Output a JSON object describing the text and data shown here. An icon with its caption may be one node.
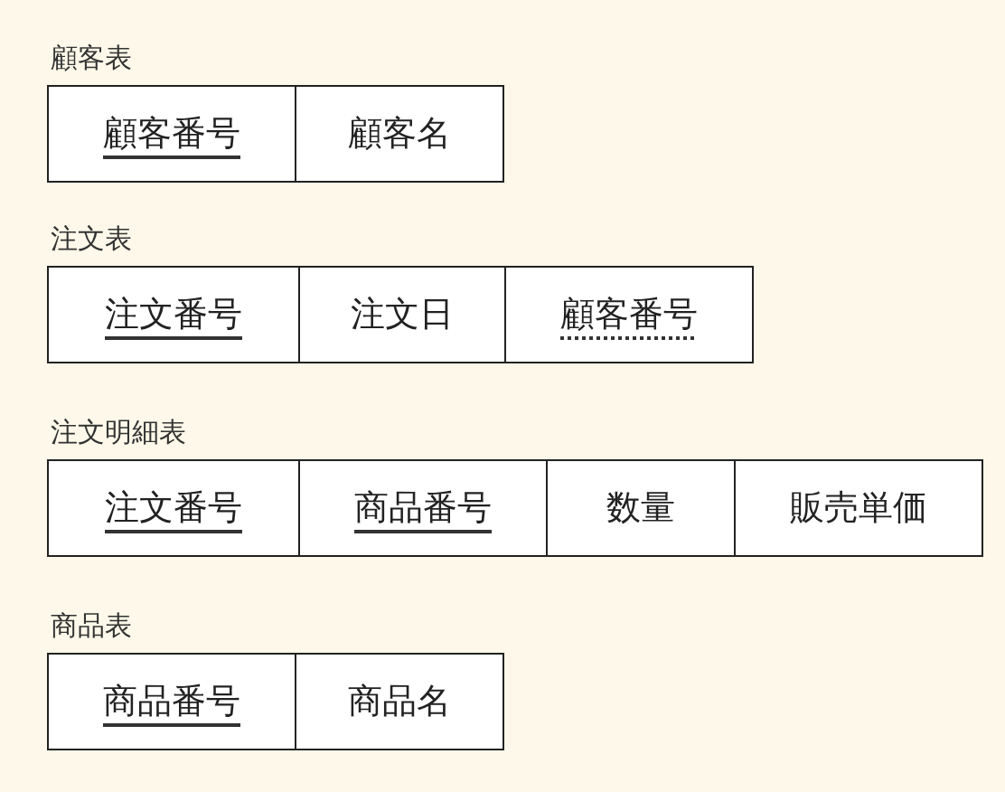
{
  "diagram": {
    "nodes": [
      {
        "text": [
          "顧客表"
        ]
      },
      {
        "text": [
          "顧客番号"
        ],
        "in": 0
      },
      {
        "text": [
          "顧客名"
        ],
        "in": 0
      },
      {
        "text": [
          "注文表"
        ]
      },
      {
        "text": [
          "注文番号"
        ],
        "in": 3
      },
      {
        "text": [
          "注文日"
        ],
        "in": 3
      },
      {
        "text": [
          "顧客番号"
        ],
        "in": 3
      },
      {
        "text": [
          "注文明細表"
        ]
      },
      {
        "text": [
          "注文番号"
        ],
        "in": 7
      },
      {
        "text": [
          "商品番号"
        ],
        "in": 7
      },
      {
        "text": [
          "数量"
        ],
        "in": 7
      },
      {
        "text": [
          "販売単価"
        ],
        "in": 7
      },
      {
        "text": [
          "商品表"
        ]
      },
      {
        "text": [
          "商品番号"
        ],
        "in": 12
      },
      {
        "text": [
          "商品名"
        ],
        "in": 12
      }
    ]
  }
}
